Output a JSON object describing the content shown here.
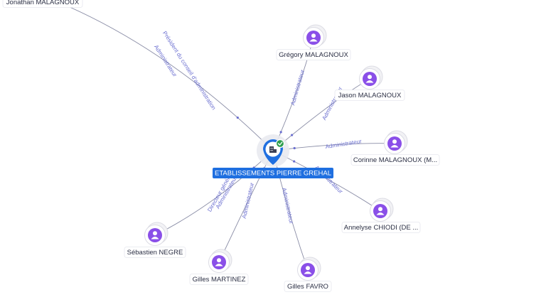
{
  "colors": {
    "edge": "#8a8da6",
    "edge_label": "#6b6fd0",
    "person_node": "#8a4fe8",
    "center_node": "#1f6fe0",
    "center_label_bg": "#1f6fe0",
    "verified_badge": "#2e9e4f"
  },
  "center": {
    "label": "ETABLISSEMENTS PIERRE GREHAL",
    "icon": "company-icon",
    "badge_icon": "check-icon"
  },
  "people": [
    {
      "id": "jonathan",
      "name": "Jonathan MALAGNOUX",
      "roles": [
        "Président du conseil d'administration",
        "Administrateur"
      ],
      "icon": "person-icon"
    },
    {
      "id": "gregory",
      "name": "Grégory MALAGNOUX",
      "roles": [
        "Administrateur"
      ],
      "icon": "person-icon"
    },
    {
      "id": "jason",
      "name": "Jason MALAGNOUX",
      "roles": [
        "Administrateur"
      ],
      "icon": "person-icon"
    },
    {
      "id": "corinne",
      "name": "Corinne MALAGNOUX (M...",
      "roles": [
        "Administrateur"
      ],
      "icon": "person-icon"
    },
    {
      "id": "annelyse",
      "name": "Annelyse CHIODI (DE ...",
      "roles": [
        "Administrateur"
      ],
      "icon": "person-icon"
    },
    {
      "id": "gfavro",
      "name": "Gilles FAVRO",
      "roles": [
        "Administrateur"
      ],
      "icon": "person-icon"
    },
    {
      "id": "gmartinez",
      "name": "Gilles MARTINEZ",
      "roles": [
        "Administrateur"
      ],
      "icon": "person-icon"
    },
    {
      "id": "sebastien",
      "name": "Sébastien NEGRE",
      "roles": [
        "Directeur général",
        "Administrateur"
      ],
      "icon": "person-icon"
    }
  ]
}
